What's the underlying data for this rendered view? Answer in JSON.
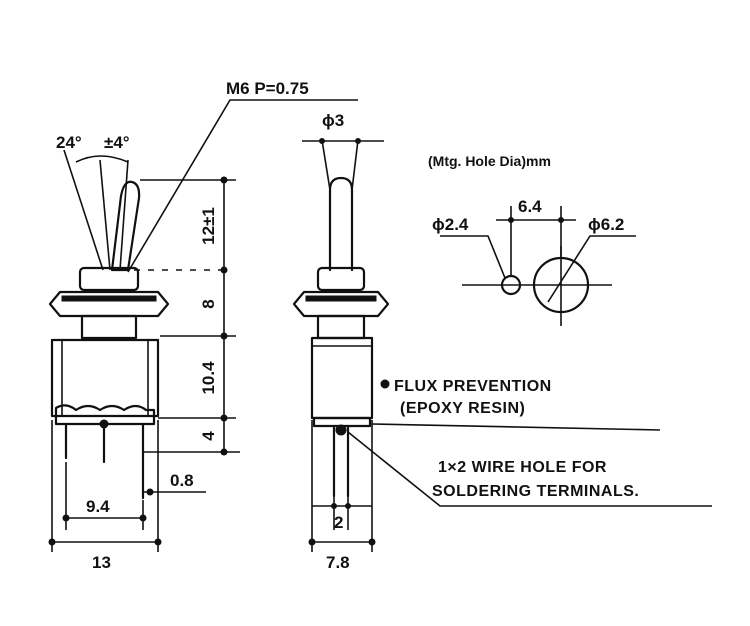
{
  "labels": {
    "thread": "M6 P=0.75",
    "angle": "24°",
    "angle_tol": "±4°",
    "height_lever": "12±1",
    "height_bushing": "8",
    "height_body": "10.4",
    "height_terminal": "4",
    "terminal_width": "0.8",
    "terminal_pitch": "9.4",
    "body_width": "13",
    "lever_dia": "ϕ3",
    "side_width": "7.8",
    "side_terminal": "2",
    "mtg_title": "(Mtg. Hole Dia)mm",
    "hole_small": "ϕ2.4",
    "hole_spacing": "6.4",
    "hole_large": "ϕ6.2",
    "flux_line1": "FLUX PREVENTION",
    "flux_line2": "(EPOXY RESIN)",
    "wire_line1": "1×2 WIRE HOLE FOR",
    "wire_line2": "SOLDERING TERMINALS."
  }
}
